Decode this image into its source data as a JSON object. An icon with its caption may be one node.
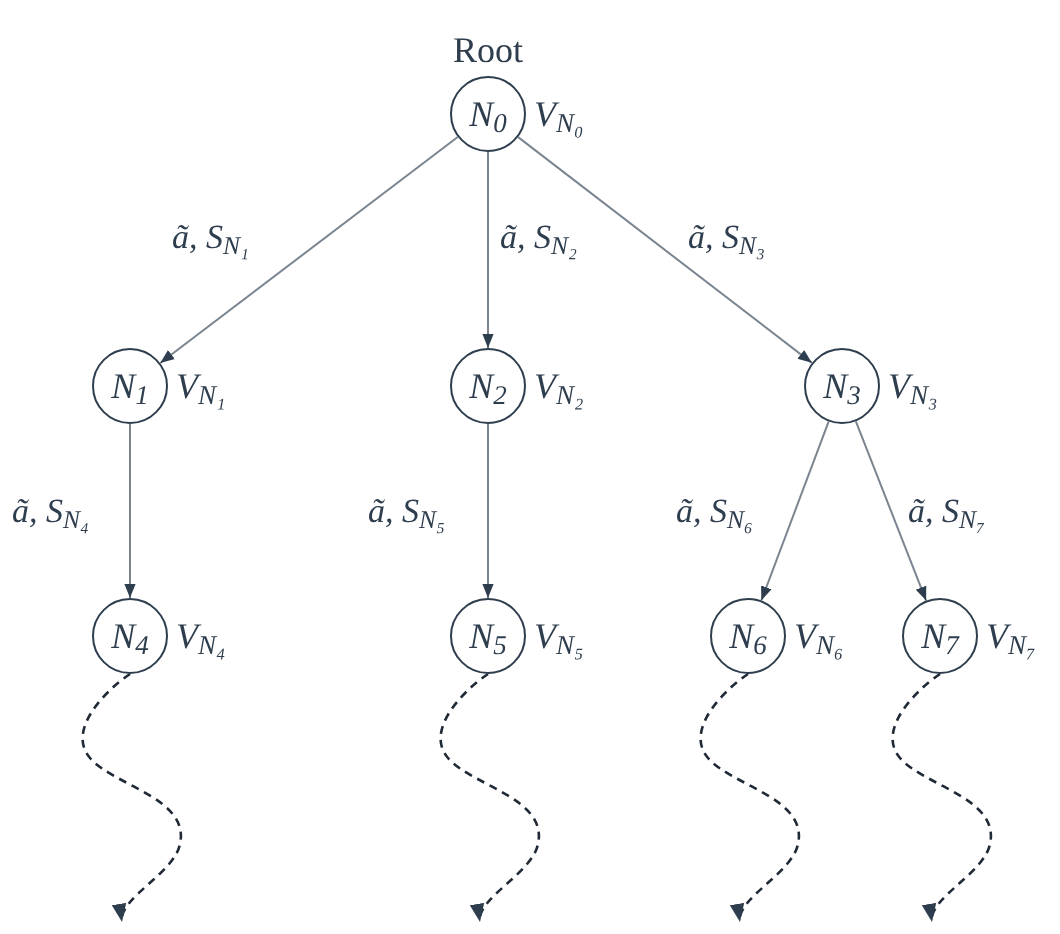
{
  "diagram": {
    "nodes": [
      {
        "text": [
          "Root",
          "N$_{0}$"
        ],
        "beside": [
          "V$_{N₀}$"
        ]
      },
      {
        "text": [
          "N$_{1}$"
        ],
        "beside": [
          "V$_{N₁}$"
        ]
      },
      {
        "text": [
          "N$_{2}$"
        ],
        "beside": [
          "V$_{N₂}$"
        ]
      },
      {
        "text": [
          "N$_{3}$"
        ],
        "beside": [
          "V$_{N₃}$"
        ]
      },
      {
        "text": [
          "N$_{4}$"
        ],
        "beside": [
          "V$_{N₄}$"
        ]
      },
      {
        "text": [
          "N$_{5}$"
        ],
        "beside": [
          "V$_{N₅}$"
        ]
      },
      {
        "text": [
          "N$_{6}$"
        ],
        "beside": [
          "V$_{N₆}$"
        ]
      },
      {
        "text": [
          "N$_{7}$"
        ],
        "beside": [
          "V$_{N₇}$"
        ]
      }
    ],
    "edges": [
      {
        "from": 0,
        "to": 1,
        "arrow": "to",
        "label": "ã, S$_{N₁}$"
      },
      {
        "from": 0,
        "to": 2,
        "arrow": "to",
        "label": "ã, S$_{N₂}$"
      },
      {
        "from": 0,
        "to": 3,
        "arrow": "to",
        "label": "ã, S$_{N₃}$"
      },
      {
        "from": 1,
        "to": 4,
        "arrow": "to",
        "label": "ã, S$_{N₄}$"
      },
      {
        "from": 2,
        "to": 5,
        "arrow": "to",
        "label": "ã, S$_{N₅}$"
      },
      {
        "from": 3,
        "to": 6,
        "arrow": "to",
        "label": "ã, S$_{N₆}$"
      },
      {
        "from": 3,
        "to": 7,
        "arrow": "to",
        "label": "ã, S$_{N₇}$"
      },
      {
        "from": 4,
        "to": null,
        "arrow": "to",
        "style": "dashed",
        "color": "#1f2a36"
      },
      {
        "from": 5,
        "to": null,
        "arrow": "to",
        "style": "dashed",
        "color": "#1f2a36"
      },
      {
        "from": 6,
        "to": null,
        "arrow": "to",
        "style": "dashed",
        "color": "#1f2a36"
      },
      {
        "from": 7,
        "to": null,
        "arrow": "to",
        "style": "dashed",
        "color": "#1f2a36"
      }
    ]
  }
}
